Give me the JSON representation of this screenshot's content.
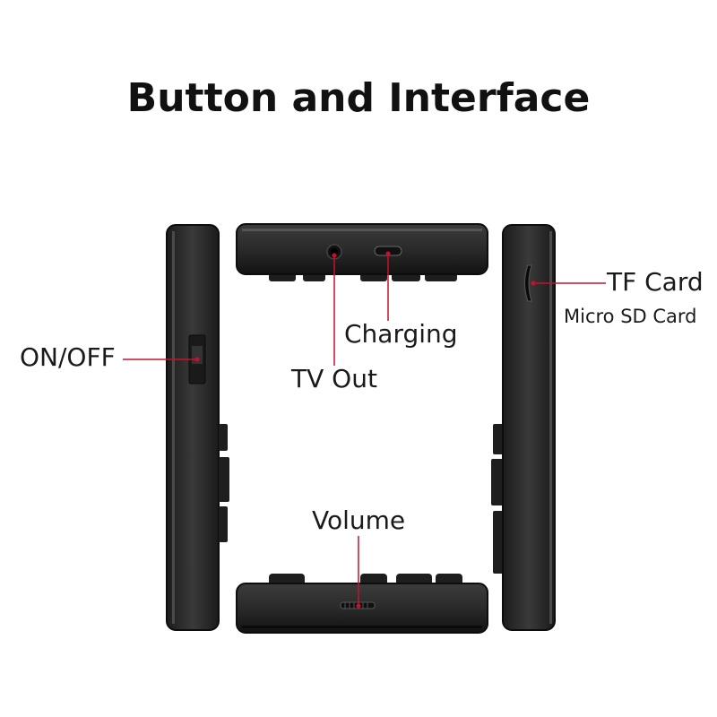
{
  "title": "Button and Interface",
  "labels": {
    "on_off": "ON/OFF",
    "tv_out": "TV Out",
    "charging": "Charging",
    "tf_card": "TF Card",
    "micro_sd": "Micro SD Card",
    "volume": "Volume"
  },
  "colors": {
    "device_body": "#2b2b2b",
    "device_edge": "#111111",
    "accent_line": "#c8102e",
    "background": "#ffffff"
  }
}
